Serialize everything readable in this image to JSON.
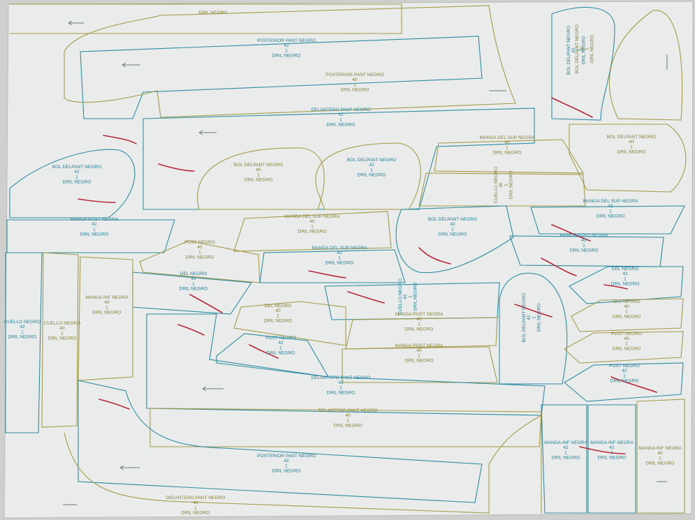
{
  "colors": {
    "paper": "#e9ecea",
    "background": "#cfcfcd",
    "teal_line": "#2b8ca3",
    "olive_line": "#a59a48",
    "teal_text": "#1d7f9a",
    "olive_text": "#857f35",
    "red_mark": "#b8283b"
  },
  "pieces": [
    {
      "id": "p1",
      "lines": [
        "DRIL NEGRO"
      ],
      "tone": "olive"
    },
    {
      "id": "p2",
      "lines": [
        "POSTERIOR PANT NEGRO",
        "42",
        "1",
        "DRIL NEGRO"
      ],
      "tone": "teal"
    },
    {
      "id": "p3",
      "lines": [
        "POSTERIOR PANT NEGRO",
        "40",
        "1",
        "DRIL NEGRO"
      ],
      "tone": "olive"
    },
    {
      "id": "p4",
      "lines": [
        "DELANTERO PANT NEGRO",
        "42",
        "1",
        "DRIL NEGRO"
      ],
      "tone": "teal"
    },
    {
      "id": "p5",
      "lines": [
        "BOL DELPANT NEGRO",
        "42",
        "1",
        "DRIL NEGRO"
      ],
      "tone": "teal"
    },
    {
      "id": "p6",
      "lines": [
        "BOL DELPANT NEGRO",
        "40",
        "1",
        "DRIL NEGRO"
      ],
      "tone": "olive"
    },
    {
      "id": "p7",
      "lines": [
        "BOL DELPANT NEGRO",
        "42",
        "1",
        "DRIL NEGRO"
      ],
      "tone": "teal"
    },
    {
      "id": "p8",
      "lines": [
        "BOL DELPANT NEGRO",
        "40",
        "1",
        "DRIL NEGRO"
      ],
      "tone": "olive"
    },
    {
      "id": "p9",
      "lines": [
        "BOL DELPANT NEGRO",
        "42",
        "1",
        "DRIL NEGRO"
      ],
      "tone": "teal"
    },
    {
      "id": "p10",
      "lines": [
        "MANGA DEL SUP NEGRA",
        "40",
        "1",
        "DRIL NEGRO"
      ],
      "tone": "olive"
    },
    {
      "id": "p11",
      "lines": [
        "BOL DELPANT NEGRO",
        "40",
        "1",
        "DRIL NEGRO"
      ],
      "tone": "olive"
    },
    {
      "id": "p12",
      "lines": [
        "MANGA DEL SUP NEGRA",
        "42",
        "1",
        "DRIL NEGRO"
      ],
      "tone": "teal"
    },
    {
      "id": "p13",
      "lines": [
        "MANGA POST NEGRA",
        "42",
        "1",
        "DRIL NEGRO"
      ],
      "tone": "teal"
    },
    {
      "id": "p14",
      "lines": [
        "MANGA DEL SUP NEGRA",
        "40",
        "1",
        "DRIL NEGRO"
      ],
      "tone": "olive"
    },
    {
      "id": "p15",
      "lines": [
        "BOL DELPANT NEGRO",
        "42",
        "1",
        "DRIL NEGRO"
      ],
      "tone": "teal"
    },
    {
      "id": "p16",
      "lines": [
        "MANGA POST NEGRA",
        "42",
        "1",
        "DRIL NEGRO"
      ],
      "tone": "teal"
    },
    {
      "id": "p17",
      "lines": [
        "POST NEGRO",
        "40",
        "1",
        "DRIL NEGRO"
      ],
      "tone": "olive"
    },
    {
      "id": "p18",
      "lines": [
        "MANGA DEL SUP NEGRA",
        "42",
        "1",
        "DRIL NEGRO"
      ],
      "tone": "teal"
    },
    {
      "id": "p19",
      "lines": [
        "DEL NEGRO",
        "42",
        "1",
        "DRIL NEGRO"
      ],
      "tone": "teal"
    },
    {
      "id": "p20",
      "lines": [
        "DEL NEGRO",
        "40",
        "1",
        "DRIL NEGRO"
      ],
      "tone": "olive"
    },
    {
      "id": "p21",
      "lines": [
        "MANGA POST NEGRA",
        "40",
        "1",
        "DRIL NEGRO"
      ],
      "tone": "olive"
    },
    {
      "id": "p22",
      "lines": [
        "MANGA POST NEGRA",
        "40",
        "1",
        "DRIL NEGRO"
      ],
      "tone": "olive"
    },
    {
      "id": "p23",
      "lines": [
        "POST NEGRO",
        "42",
        "1",
        "DRIL NEGRO"
      ],
      "tone": "teal"
    },
    {
      "id": "p24",
      "lines": [
        "DELANTERO PANT NEGRO",
        "42",
        "1",
        "DRIL NEGRO"
      ],
      "tone": "teal"
    },
    {
      "id": "p25",
      "lines": [
        "DELANTERO PANT NEGRO",
        "40",
        "1",
        "DRIL NEGRO"
      ],
      "tone": "olive"
    },
    {
      "id": "p26",
      "lines": [
        "POSTERIOR PANT NEGRO",
        "42",
        "1",
        "DRIL NEGRO"
      ],
      "tone": "teal"
    },
    {
      "id": "p27",
      "lines": [
        "DELANTERO PANT NEGRO",
        "40",
        "1",
        "DRIL NEGRO"
      ],
      "tone": "olive"
    },
    {
      "id": "p28",
      "lines": [
        "MANGA INF NEGRA",
        "40",
        "1",
        "DRIL NEGRO"
      ],
      "tone": "olive"
    },
    {
      "id": "p29",
      "lines": [
        "CUELLO NEGRO",
        "42",
        "1",
        "DRIL NEGRO"
      ],
      "tone": "teal"
    },
    {
      "id": "p30",
      "lines": [
        "CUELLO NEGRO",
        "40",
        "1",
        "DRIL NEGRO"
      ],
      "tone": "olive"
    },
    {
      "id": "p31",
      "lines": [
        "CUELLO NEGRO",
        "42",
        "1",
        "DRIL NEGRO"
      ],
      "tone": "teal"
    },
    {
      "id": "p32",
      "lines": [
        "CUELLO NEGRO",
        "40",
        "1",
        "DRIL NEGRO"
      ],
      "tone": "olive"
    },
    {
      "id": "p33",
      "lines": [
        "BOL DELPANT NEGRO",
        "42",
        "1",
        "DRIL NEGRO"
      ],
      "tone": "teal"
    },
    {
      "id": "p34",
      "lines": [
        "DEL NEGRO",
        "42",
        "1",
        "DRIL NEGRO"
      ],
      "tone": "teal"
    },
    {
      "id": "p35",
      "lines": [
        "DEL NEGRO",
        "40",
        "1",
        "DRIL NEGRO"
      ],
      "tone": "olive"
    },
    {
      "id": "p36",
      "lines": [
        "POST NEGRO",
        "40",
        "1",
        "DRIL NEGRO"
      ],
      "tone": "olive"
    },
    {
      "id": "p37",
      "lines": [
        "POST NEGRO",
        "42",
        "1",
        "DRIL NEGRO"
      ],
      "tone": "teal"
    },
    {
      "id": "p38",
      "lines": [
        "MANGA INF NEGRA",
        "42",
        "1",
        "DRIL NEGRO"
      ],
      "tone": "teal"
    },
    {
      "id": "p39",
      "lines": [
        "MANGA INF NEGRA",
        "42",
        "1",
        "DRIL NEGRO"
      ],
      "tone": "teal"
    },
    {
      "id": "p40",
      "lines": [
        "MANGA INF NEGRA",
        "40",
        "1",
        "DRIL NEGRO"
      ],
      "tone": "olive"
    }
  ]
}
